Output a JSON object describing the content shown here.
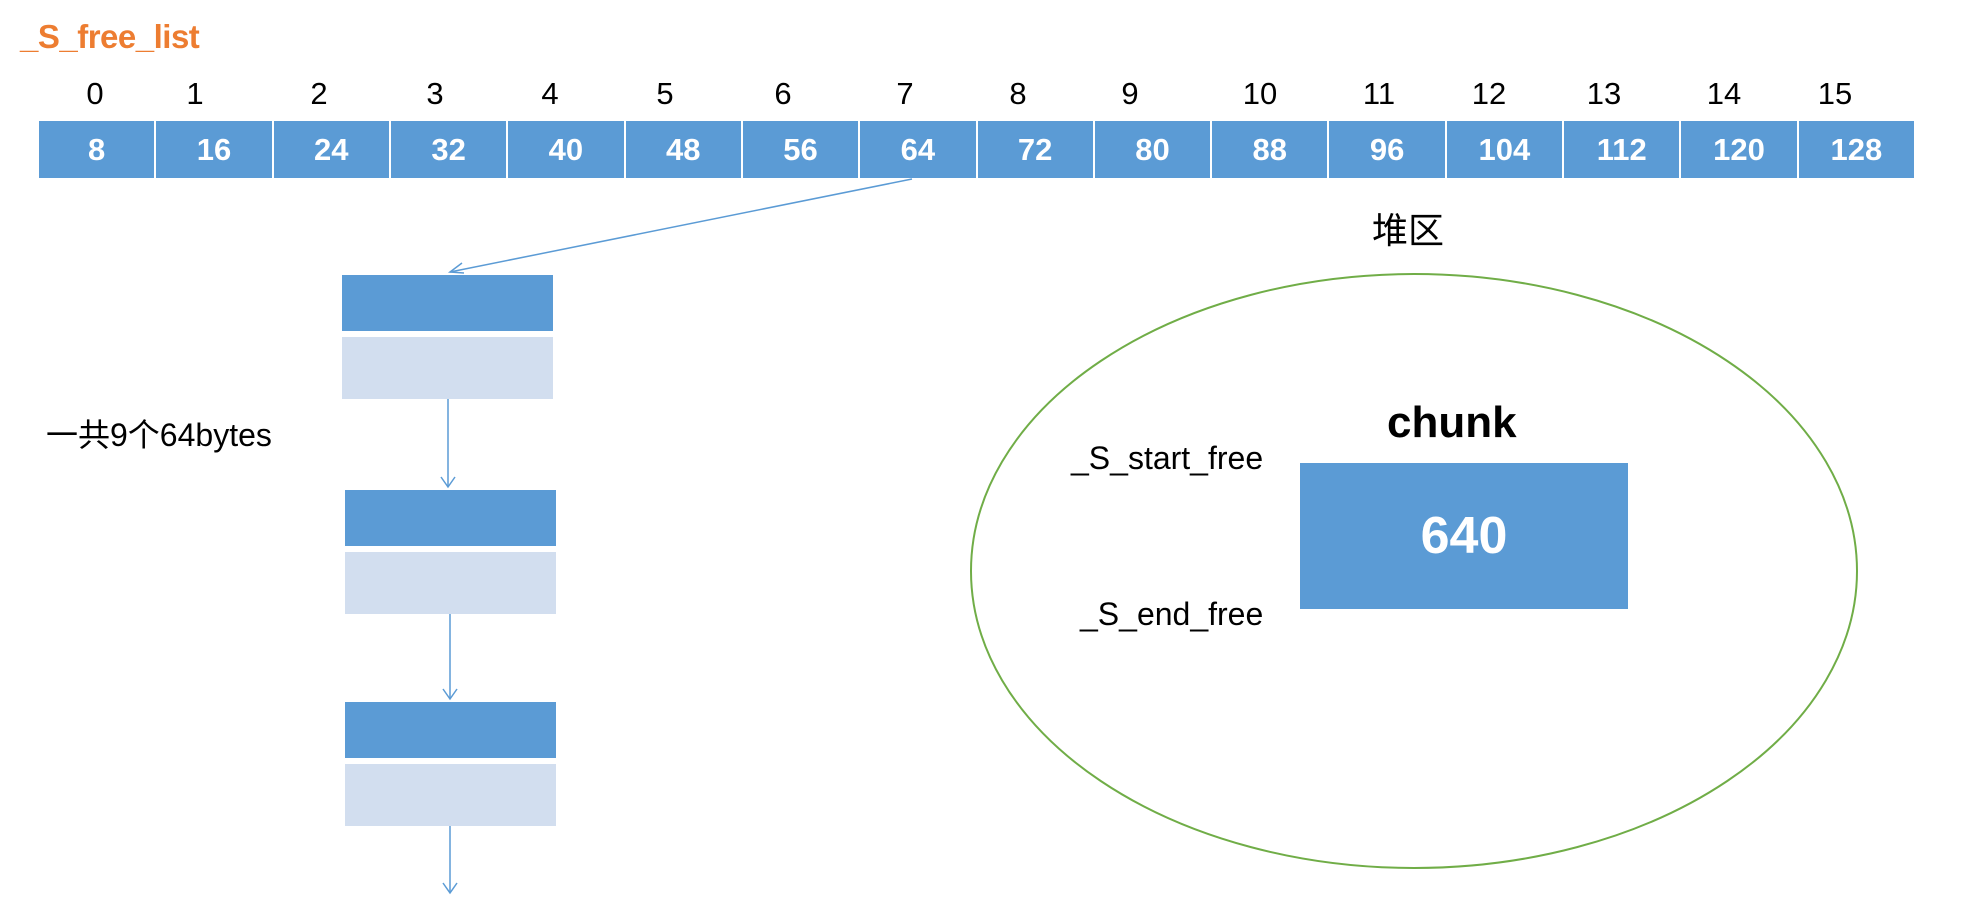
{
  "title": "_S_free_list",
  "indices": [
    "0",
    "1",
    "2",
    "3",
    "4",
    "5",
    "6",
    "7",
    "8",
    "9",
    "10",
    "11",
    "12",
    "13",
    "14",
    "15"
  ],
  "sizes": [
    "8",
    "16",
    "24",
    "32",
    "40",
    "48",
    "56",
    "64",
    "72",
    "80",
    "88",
    "96",
    "104",
    "112",
    "120",
    "128"
  ],
  "heap_label": "堆区",
  "count_label": "一共9个64bytes",
  "chunk_label": "chunk",
  "chunk_value": "640",
  "start_free_label": "_S_start_free",
  "end_free_label": "_S_end_free",
  "colors": {
    "title": "#ED7D31",
    "cell": "#5B9BD5",
    "block_light": "#D2DEEF",
    "ellipse": "#70AD47",
    "arrow": "#5B9BD5"
  }
}
